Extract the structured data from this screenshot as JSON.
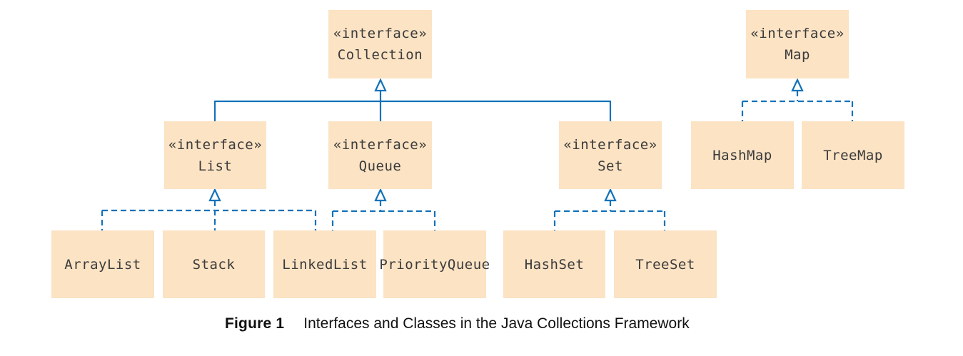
{
  "diagram": {
    "colors": {
      "box_fill": "#fbe3c4",
      "line_blue": "#1272b9",
      "box_text": "#3b3b3b",
      "caption_text": "#111111"
    },
    "nodes": {
      "collection": {
        "stereotype": "«interface»",
        "name": "Collection"
      },
      "map": {
        "stereotype": "«interface»",
        "name": "Map"
      },
      "list": {
        "stereotype": "«interface»",
        "name": "List"
      },
      "queue": {
        "stereotype": "«interface»",
        "name": "Queue"
      },
      "set": {
        "stereotype": "«interface»",
        "name": "Set"
      },
      "arraylist": {
        "name": "ArrayList"
      },
      "stack": {
        "name": "Stack"
      },
      "linkedlist": {
        "name": "LinkedList"
      },
      "priorityqueue": {
        "name": "PriorityQueue"
      },
      "hashset": {
        "name": "HashSet"
      },
      "treeset": {
        "name": "TreeSet"
      },
      "hashmap": {
        "name": "HashMap"
      },
      "treemap": {
        "name": "TreeMap"
      }
    },
    "edges": [
      {
        "from": "List",
        "to": "Collection",
        "type": "extends",
        "style": "solid"
      },
      {
        "from": "Queue",
        "to": "Collection",
        "type": "extends",
        "style": "solid"
      },
      {
        "from": "Set",
        "to": "Collection",
        "type": "extends",
        "style": "solid"
      },
      {
        "from": "ArrayList",
        "to": "List",
        "type": "implements",
        "style": "dashed"
      },
      {
        "from": "Stack",
        "to": "List",
        "type": "implements",
        "style": "dashed"
      },
      {
        "from": "LinkedList",
        "to": "List",
        "type": "implements",
        "style": "dashed"
      },
      {
        "from": "LinkedList",
        "to": "Queue",
        "type": "implements",
        "style": "dashed"
      },
      {
        "from": "PriorityQueue",
        "to": "Queue",
        "type": "implements",
        "style": "dashed"
      },
      {
        "from": "HashSet",
        "to": "Set",
        "type": "implements",
        "style": "dashed"
      },
      {
        "from": "TreeSet",
        "to": "Set",
        "type": "implements",
        "style": "dashed"
      },
      {
        "from": "HashMap",
        "to": "Map",
        "type": "implements",
        "style": "dashed"
      },
      {
        "from": "TreeMap",
        "to": "Map",
        "type": "implements",
        "style": "dashed"
      }
    ]
  },
  "caption": {
    "label": "Figure 1",
    "text": "Interfaces and Classes in the Java Collections Framework"
  }
}
